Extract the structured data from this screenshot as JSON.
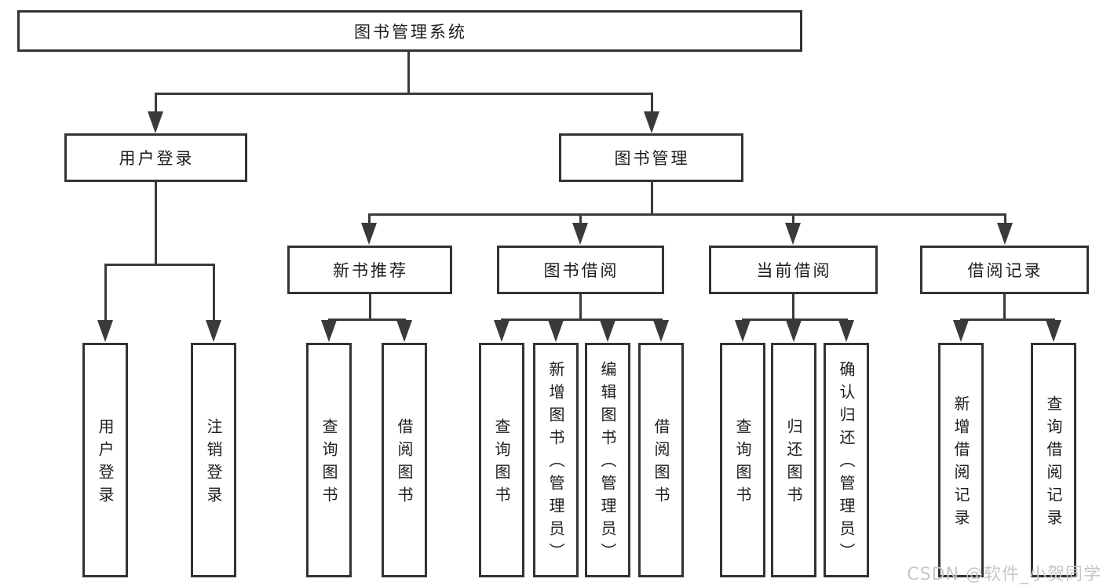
{
  "tree": {
    "label": "图书管理系统",
    "children": [
      {
        "label": "用户登录",
        "children": [
          {
            "label": "用户登录"
          },
          {
            "label": "注销登录"
          }
        ]
      },
      {
        "label": "图书管理",
        "children": [
          {
            "label": "新书推荐",
            "children": [
              {
                "label": "查询图书"
              },
              {
                "label": "借阅图书"
              }
            ]
          },
          {
            "label": "图书借阅",
            "children": [
              {
                "label": "查询图书"
              },
              {
                "label": "新增图书（管理员）"
              },
              {
                "label": "编辑图书（管理员）"
              },
              {
                "label": "借阅图书"
              }
            ]
          },
          {
            "label": "当前借阅",
            "children": [
              {
                "label": "查询图书"
              },
              {
                "label": "归还图书"
              },
              {
                "label": "确认归还（管理员）"
              }
            ]
          },
          {
            "label": "借阅记录",
            "children": [
              {
                "label": "新增借阅记录"
              },
              {
                "label": "查询借阅记录"
              }
            ]
          }
        ]
      }
    ]
  },
  "watermark": "CSDN @软件_小贺同学",
  "colors": {
    "background": "#ffffff",
    "box_fill": "#ffffff",
    "box_border": "#333333",
    "connector": "#3a3a3a",
    "text": "#1d1d1d",
    "watermark": "#c7c7c7"
  }
}
